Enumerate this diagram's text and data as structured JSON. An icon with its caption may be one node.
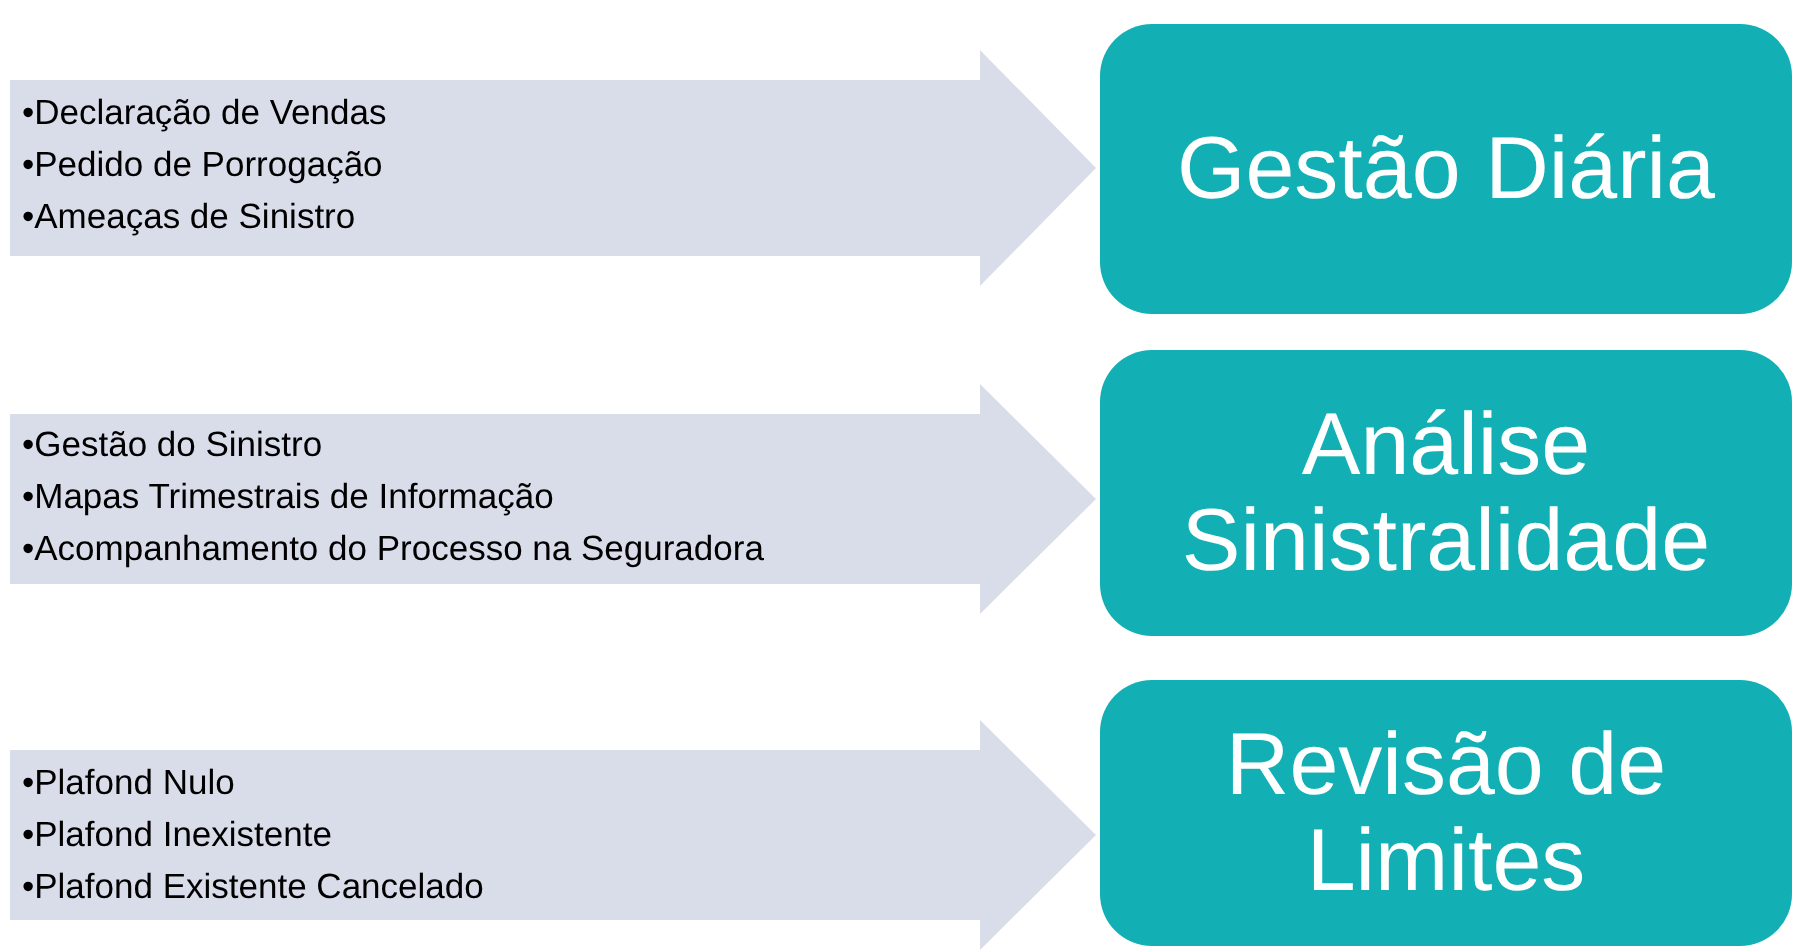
{
  "diagram": {
    "nodes": [
      {
        "text": [
          "•Declaração de Vendas",
          "•Pedido de Porrogação",
          "•Ameaças de Sinistro"
        ]
      },
      {
        "text": [
          "Gestão Diária"
        ]
      },
      {
        "text": [
          "•Gestão do Sinistro",
          "•Mapas Trimestrais de Informação",
          "•Acompanhamento do Processo na Seguradora"
        ]
      },
      {
        "text": [
          "Análise Sinistralidade"
        ]
      },
      {
        "text": [
          "•Plafond Nulo",
          "•Plafond Inexistente",
          "•Plafond Existente Cancelado"
        ]
      },
      {
        "text": [
          "Revisão de Limites"
        ]
      }
    ]
  }
}
